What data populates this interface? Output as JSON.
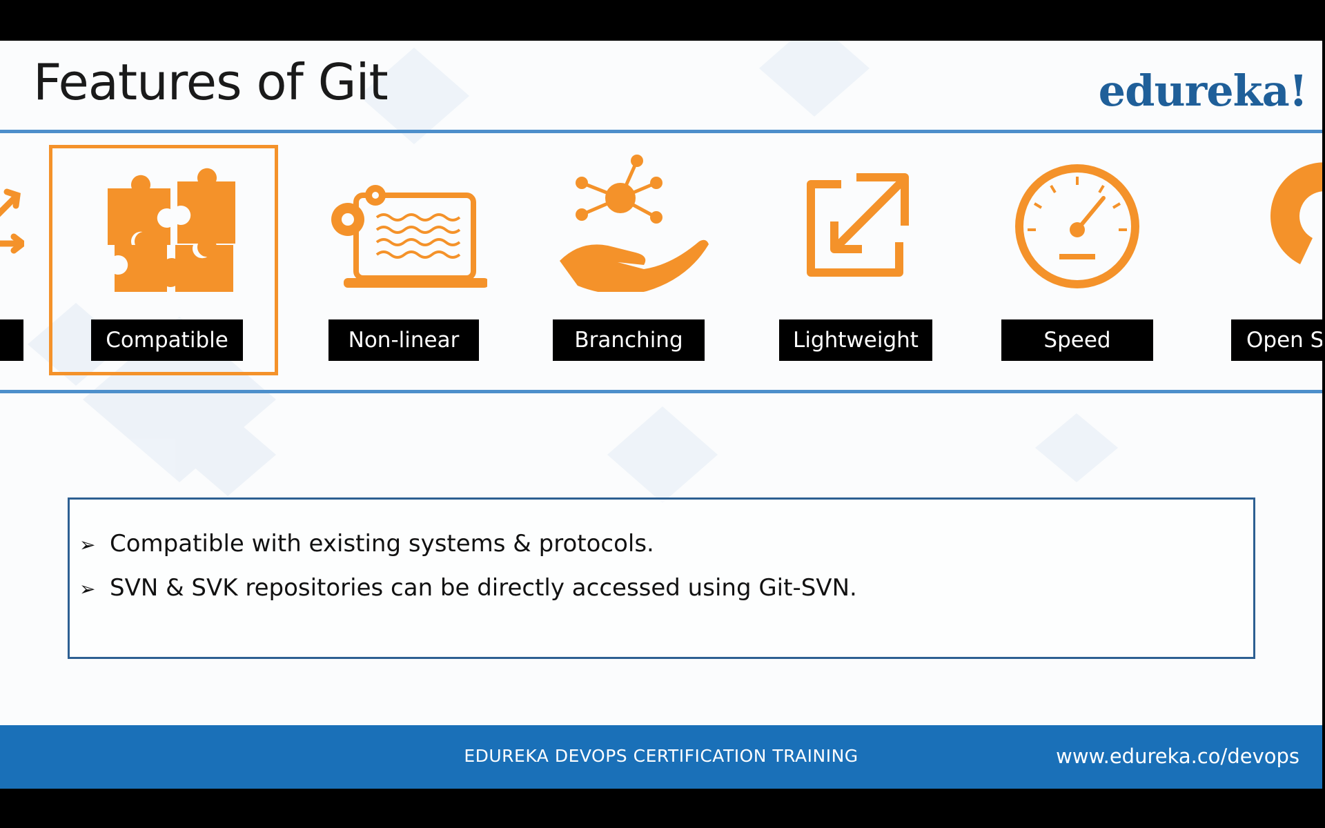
{
  "slide": {
    "title": "Features of Git",
    "logo": "edureka!"
  },
  "features": [
    {
      "label": "",
      "icon": "partial-arrows-icon"
    },
    {
      "label": "Compatible",
      "icon": "puzzle-pieces-icon",
      "selected": true
    },
    {
      "label": "Non-linear",
      "icon": "laptop-gears-icon"
    },
    {
      "label": "Branching",
      "icon": "hand-network-icon"
    },
    {
      "label": "Lightweight",
      "icon": "resize-arrow-icon"
    },
    {
      "label": "Speed",
      "icon": "speedometer-icon"
    },
    {
      "label": "Open Sc",
      "icon": "open-source-icon"
    }
  ],
  "description": {
    "bullets": [
      "Compatible with existing systems & protocols.",
      "SVN & SVK repositories can be directly accessed using Git-SVN."
    ],
    "bullet_symbol": "➢"
  },
  "footer": {
    "center_text": "EDUREKA DEVOPS CERTIFICATION TRAINING",
    "url": "www.edureka.co/devops"
  },
  "colors": {
    "accent_orange": "#f4922a",
    "rule_blue": "#4d8fcb",
    "footer_blue": "#1a70b8",
    "logo_blue": "#1f5f99"
  }
}
